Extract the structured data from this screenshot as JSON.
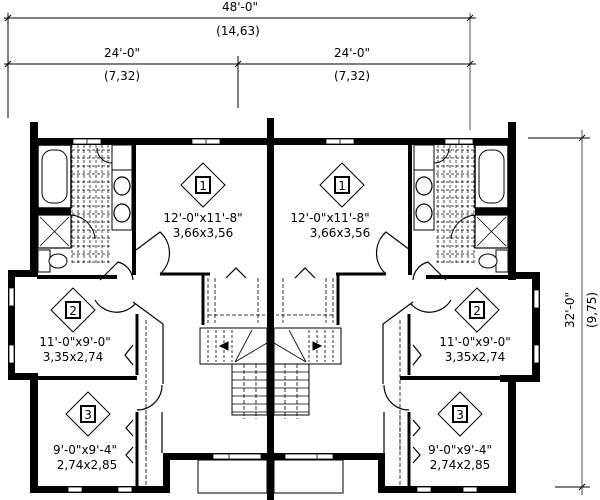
{
  "plan": {
    "overall_width": {
      "imperial": "48'-0\"",
      "metric": "(14,63)"
    },
    "left_unit_width": {
      "imperial": "24'-0\"",
      "metric": "(7,32)"
    },
    "right_unit_width": {
      "imperial": "24'-0\"",
      "metric": "(7,32)"
    },
    "overall_depth": {
      "imperial": "32'-0\"",
      "metric": "(9,75)"
    }
  },
  "rooms": {
    "left": [
      {
        "number": "1",
        "dim_imperial": "12'-0\"x11'-8\"",
        "dim_metric": "3,66x3,56"
      },
      {
        "number": "2",
        "dim_imperial": "11'-0\"x9'-0\"",
        "dim_metric": "3,35x2,74"
      },
      {
        "number": "3",
        "dim_imperial": "9'-0\"x9'-4\"",
        "dim_metric": "2,74x2,85"
      }
    ],
    "right": [
      {
        "number": "1",
        "dim_imperial": "12'-0\"x11'-8\"",
        "dim_metric": "3,66x3,56"
      },
      {
        "number": "2",
        "dim_imperial": "11'-0\"x9'-0\"",
        "dim_metric": "3,35x2,74"
      },
      {
        "number": "3",
        "dim_imperial": "9'-0\"x9'-4\"",
        "dim_metric": "2,74x2,85"
      }
    ]
  }
}
